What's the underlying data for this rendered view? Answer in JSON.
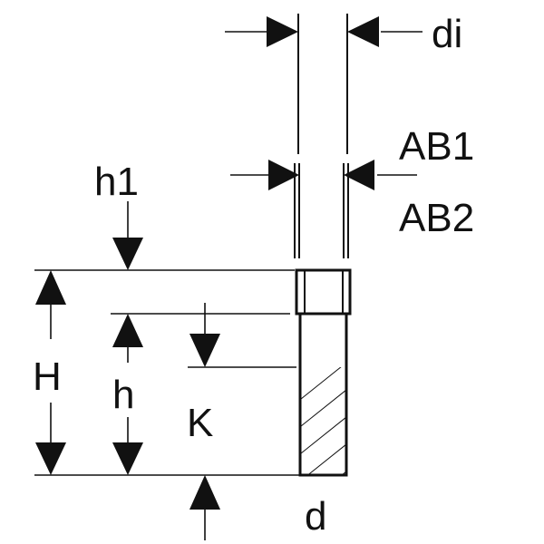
{
  "labels": {
    "di": "di",
    "ab1": "AB1",
    "ab2": "AB2",
    "h1": "h1",
    "H": "H",
    "h": "h",
    "K": "K",
    "d": "d"
  },
  "colors": {
    "line": "#111111",
    "background": "#ffffff"
  }
}
